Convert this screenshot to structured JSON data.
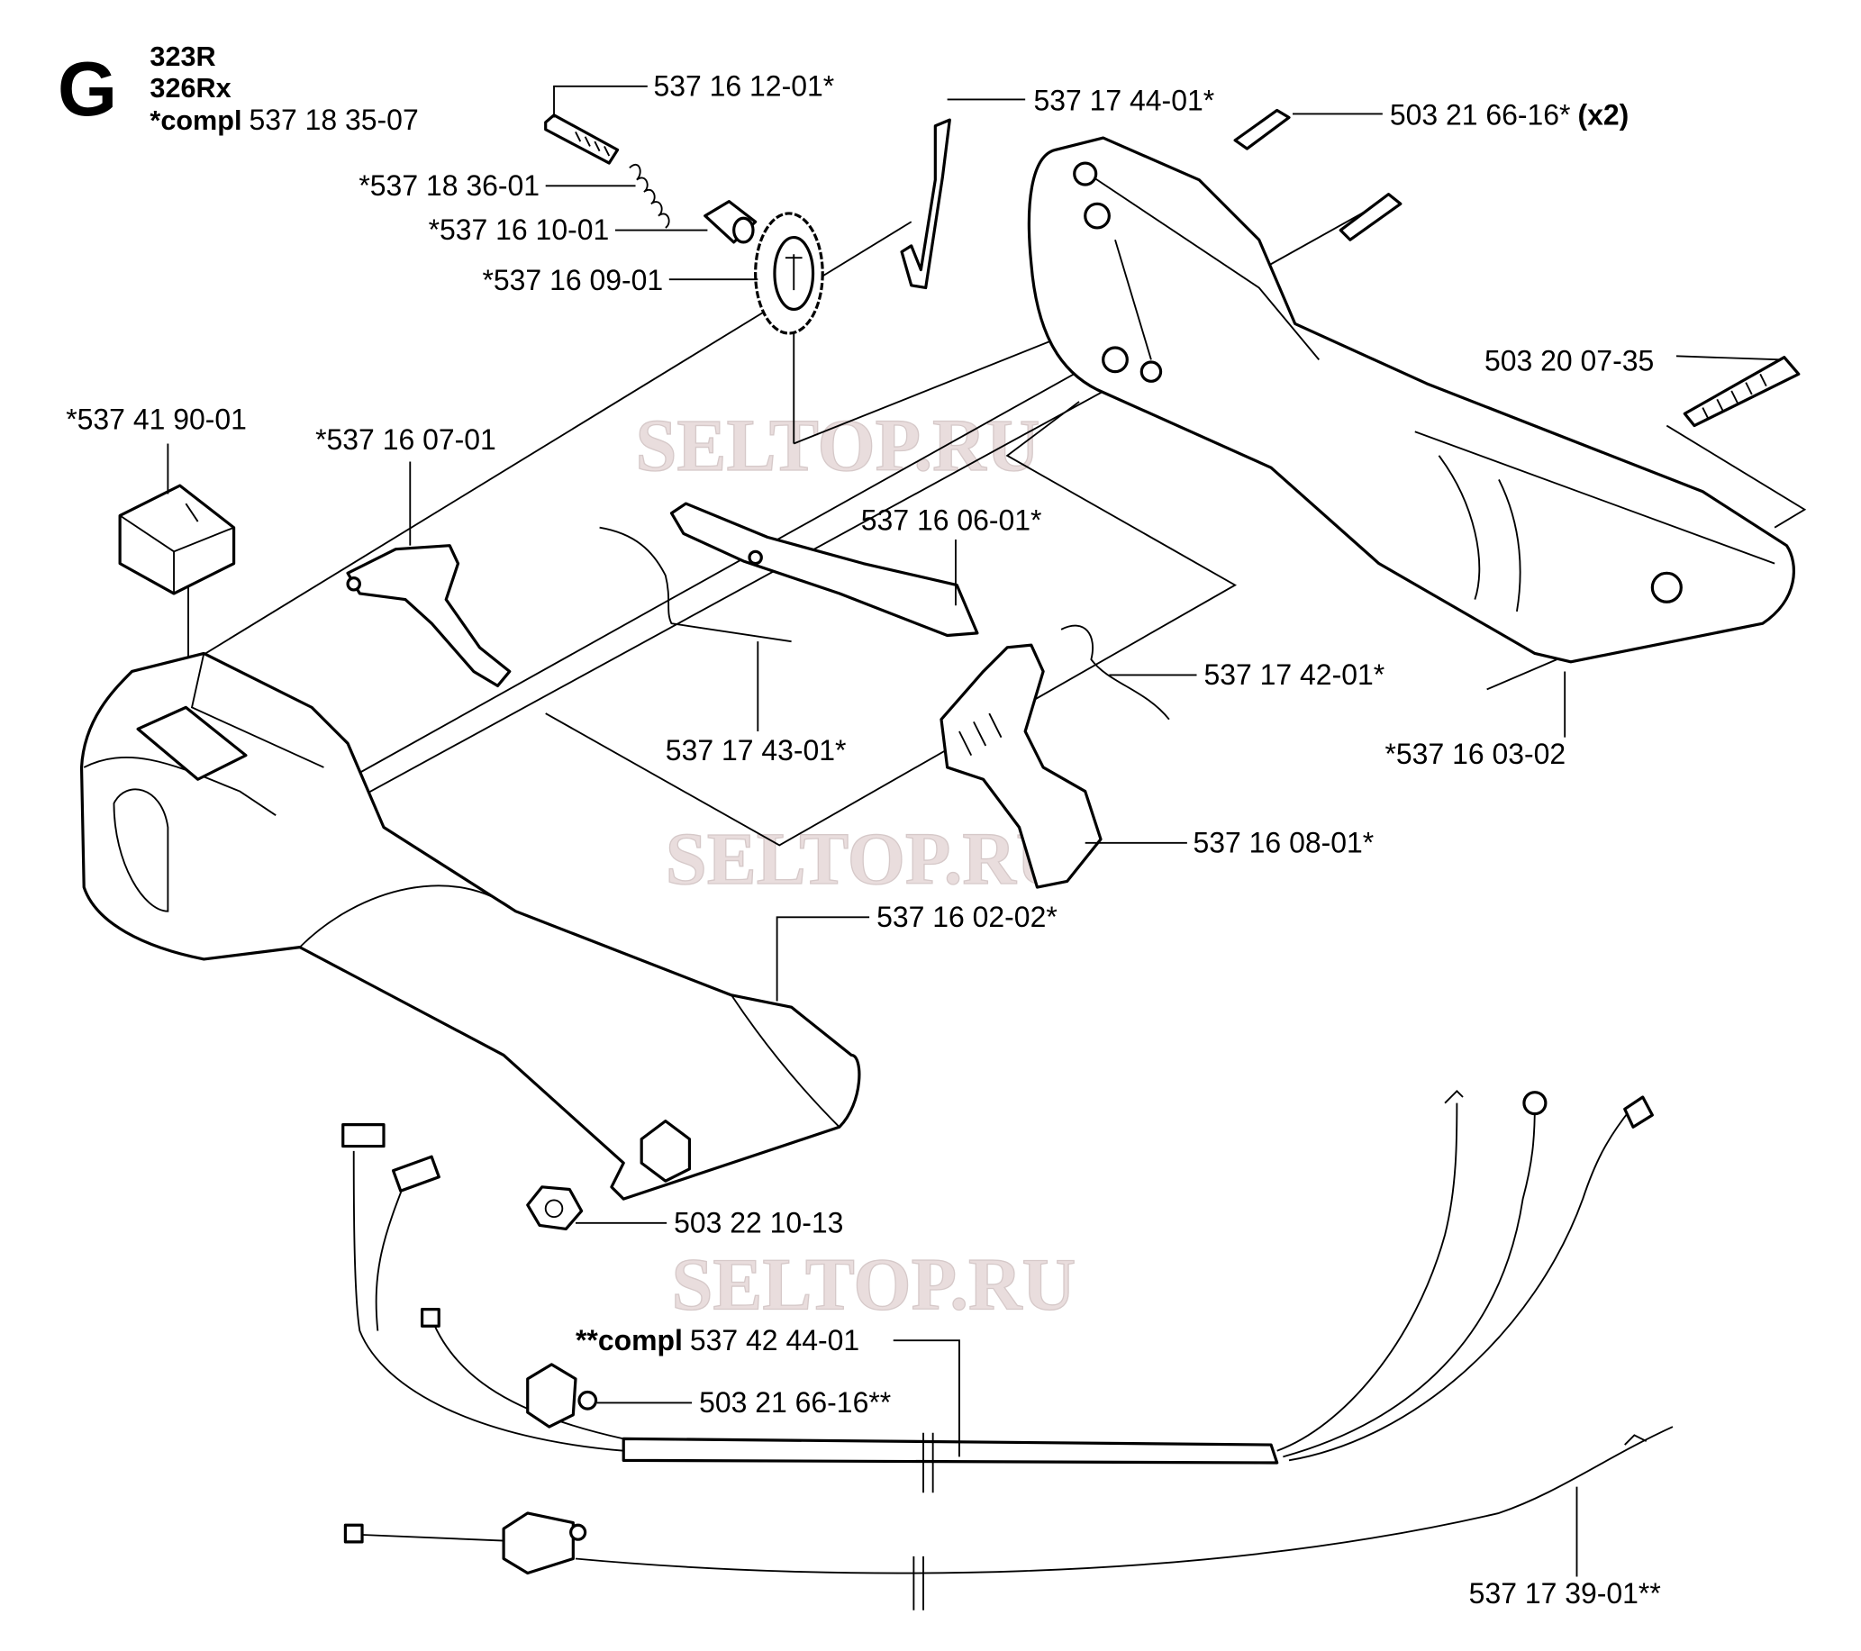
{
  "header": {
    "section_letter": "G",
    "models": [
      "323R",
      "326Rx"
    ],
    "compl_prefix": "*compl",
    "compl_number": "537 18 35-07"
  },
  "parts": {
    "p1": "537 16 12-01*",
    "p2": "*537 18 36-01",
    "p3": "*537 16 10-01",
    "p4": "*537 16 09-01",
    "p5": "537 17 44-01*",
    "p6": "503 21 66-16*",
    "p6_qty": "(x2)",
    "p7": "503 20 07-35",
    "p8": "*537 41 90-01",
    "p9": "*537 16 07-01",
    "p10": "537 16 06-01*",
    "p11": "537 17 42-01*",
    "p12": "*537 16 03-02",
    "p13": "537 17 43-01*",
    "p14": "537 16 08-01*",
    "p15": "537 16 02-02*",
    "p16": "503 22 10-13",
    "p17_prefix": "**compl",
    "p17": "537 42 44-01",
    "p18": "503 21 66-16**",
    "p19": "537 17 39-01**"
  },
  "watermark": [
    "SELTOP.RU",
    "SELTOP.RU",
    "SELTOP.RU"
  ]
}
